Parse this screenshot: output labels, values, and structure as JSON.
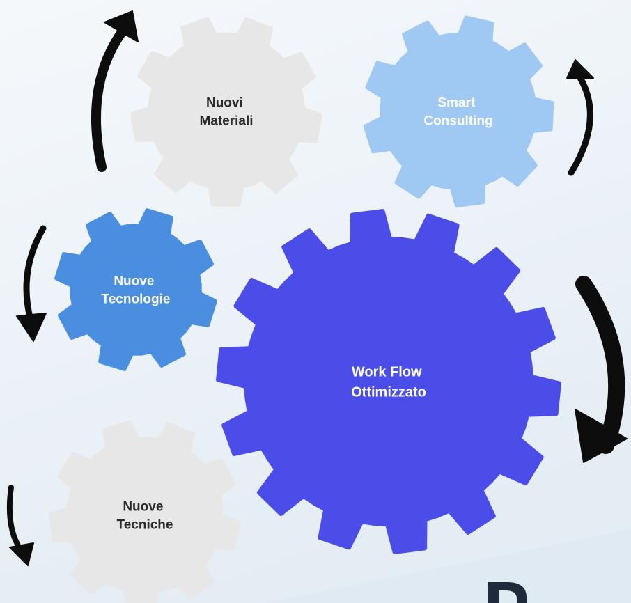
{
  "gears": [
    {
      "id": "nuovi-materiali",
      "lines": [
        "Nuovi",
        "Materiali"
      ],
      "fill": "#e7e7e8",
      "text_color": "#2b2b2b"
    },
    {
      "id": "smart-consulting",
      "lines": [
        "Smart",
        "Consulting"
      ],
      "fill": "#9fc8f3",
      "text_color": "#ffffff"
    },
    {
      "id": "nuove-tecnologie",
      "lines": [
        "Nuove",
        "Tecnologie"
      ],
      "fill": "#4a8ee0",
      "text_color": "#ffffff"
    },
    {
      "id": "work-flow-ottimizzato",
      "lines": [
        "Work Flow",
        "Ottimizzato"
      ],
      "fill": "#4b4de8",
      "text_color": "#ffffff"
    },
    {
      "id": "nuove-tecniche",
      "lines": [
        "Nuove",
        "Tecniche"
      ],
      "fill": "#e7e7e8",
      "text_color": "#2b2b2b"
    }
  ],
  "arrow_color": "#0d0d0d",
  "background": {
    "top": "#f5f8fb",
    "bottom": "#e4edf4"
  }
}
